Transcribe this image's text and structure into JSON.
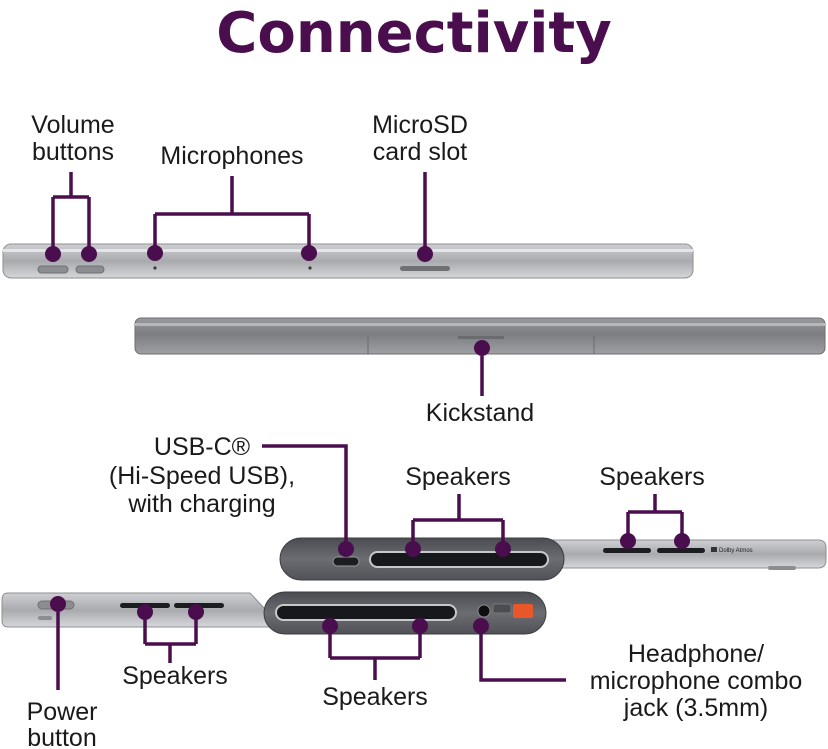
{
  "title": "Connectivity",
  "labels": {
    "volume_buttons": [
      "Volume",
      "buttons"
    ],
    "microphones": "Microphones",
    "microsd_slot": [
      "MicroSD",
      "card slot"
    ],
    "kickstand": "Kickstand",
    "usbc": [
      "USB-C®",
      "(Hi-Speed USB),",
      "with charging"
    ],
    "speakers_upper_center": "Speakers",
    "speakers_upper_right": "Speakers",
    "speakers_lower_left": "Speakers",
    "speakers_lower_center": "Speakers",
    "headphone_jack": [
      "Headphone/",
      "microphone combo",
      "jack (3.5mm)"
    ],
    "power_button": [
      "Power",
      "button"
    ]
  },
  "device_marks": {
    "dolby": "Dolby Atmos"
  },
  "colors": {
    "accent": "#4a0e4e",
    "device_silver": "#a9aaad",
    "device_dark": "#5e6066"
  }
}
